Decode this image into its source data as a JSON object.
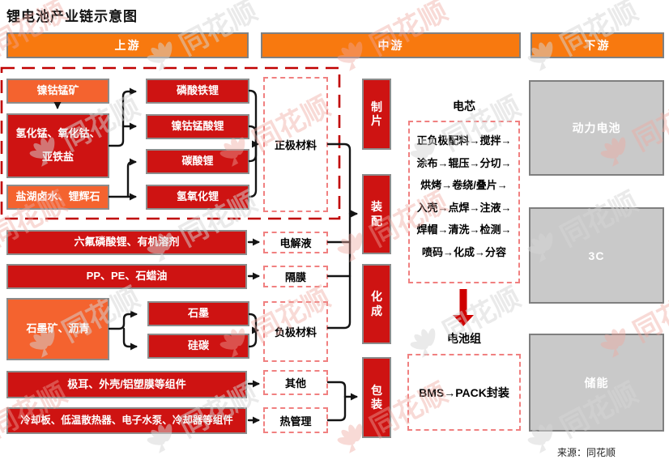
{
  "title": "锂电池产业链示意图",
  "source": "来源：同花顺",
  "watermark": {
    "text": "同花顺",
    "logo": "tonghuashun-fan-logo"
  },
  "headers": {
    "upstream": "上游",
    "midstream": "中游",
    "downstream": "下游"
  },
  "colors": {
    "header_orange": "#F8790F",
    "box_red": "#CE1312",
    "box_orange": "#F4632F",
    "outer_dashed_red": "#C00000",
    "dashed_salmon": "#F08080",
    "downstream_gray": "#C9C9C9",
    "connector_black": "#141414",
    "big_arrow_red": "#CF0000"
  },
  "upstream": {
    "cathode": {
      "ore": "镍钴锰矿",
      "intermediates": "氢化锰、氧化钴、亚铁盐",
      "brine": "盐湖卤水、锂辉石",
      "salts": [
        "磷酸铁锂",
        "镍钴锰酸锂",
        "碳酸锂",
        "氢氧化锂"
      ],
      "label": "正极材料"
    },
    "electrolyte": {
      "materials": "六氟磷酸锂、有机溶剂",
      "label": "电解液"
    },
    "separator": {
      "materials": "PP、PE、石蜡油",
      "label": "隔膜"
    },
    "anode": {
      "materials": "石墨矿、沥青",
      "types": [
        "石墨",
        "硅碳"
      ],
      "label": "负极材料"
    },
    "other": {
      "materials": "极耳、外壳/铝塑膜等组件",
      "label": "其他"
    },
    "thermal": {
      "materials": "冷却板、低温散热器、电子水泵、冷却器等组件",
      "label": "热管理"
    }
  },
  "midstream": {
    "process_steps": [
      "制片",
      "装配",
      "化成",
      "包装"
    ],
    "cell": {
      "label": "电芯",
      "flow_lines": [
        "正负极配料→搅拌→",
        "涂布→辊压→分切→",
        "烘烤→卷绕/叠片→",
        "入壳→点焊→注液→",
        "焊帽→清洗→检测→",
        "喷码→化成→分容"
      ]
    },
    "pack": {
      "label": "电池组",
      "flow": "BMS→PACK封装"
    }
  },
  "downstream": {
    "applications": [
      "动力电池",
      "3C",
      "储能"
    ]
  }
}
